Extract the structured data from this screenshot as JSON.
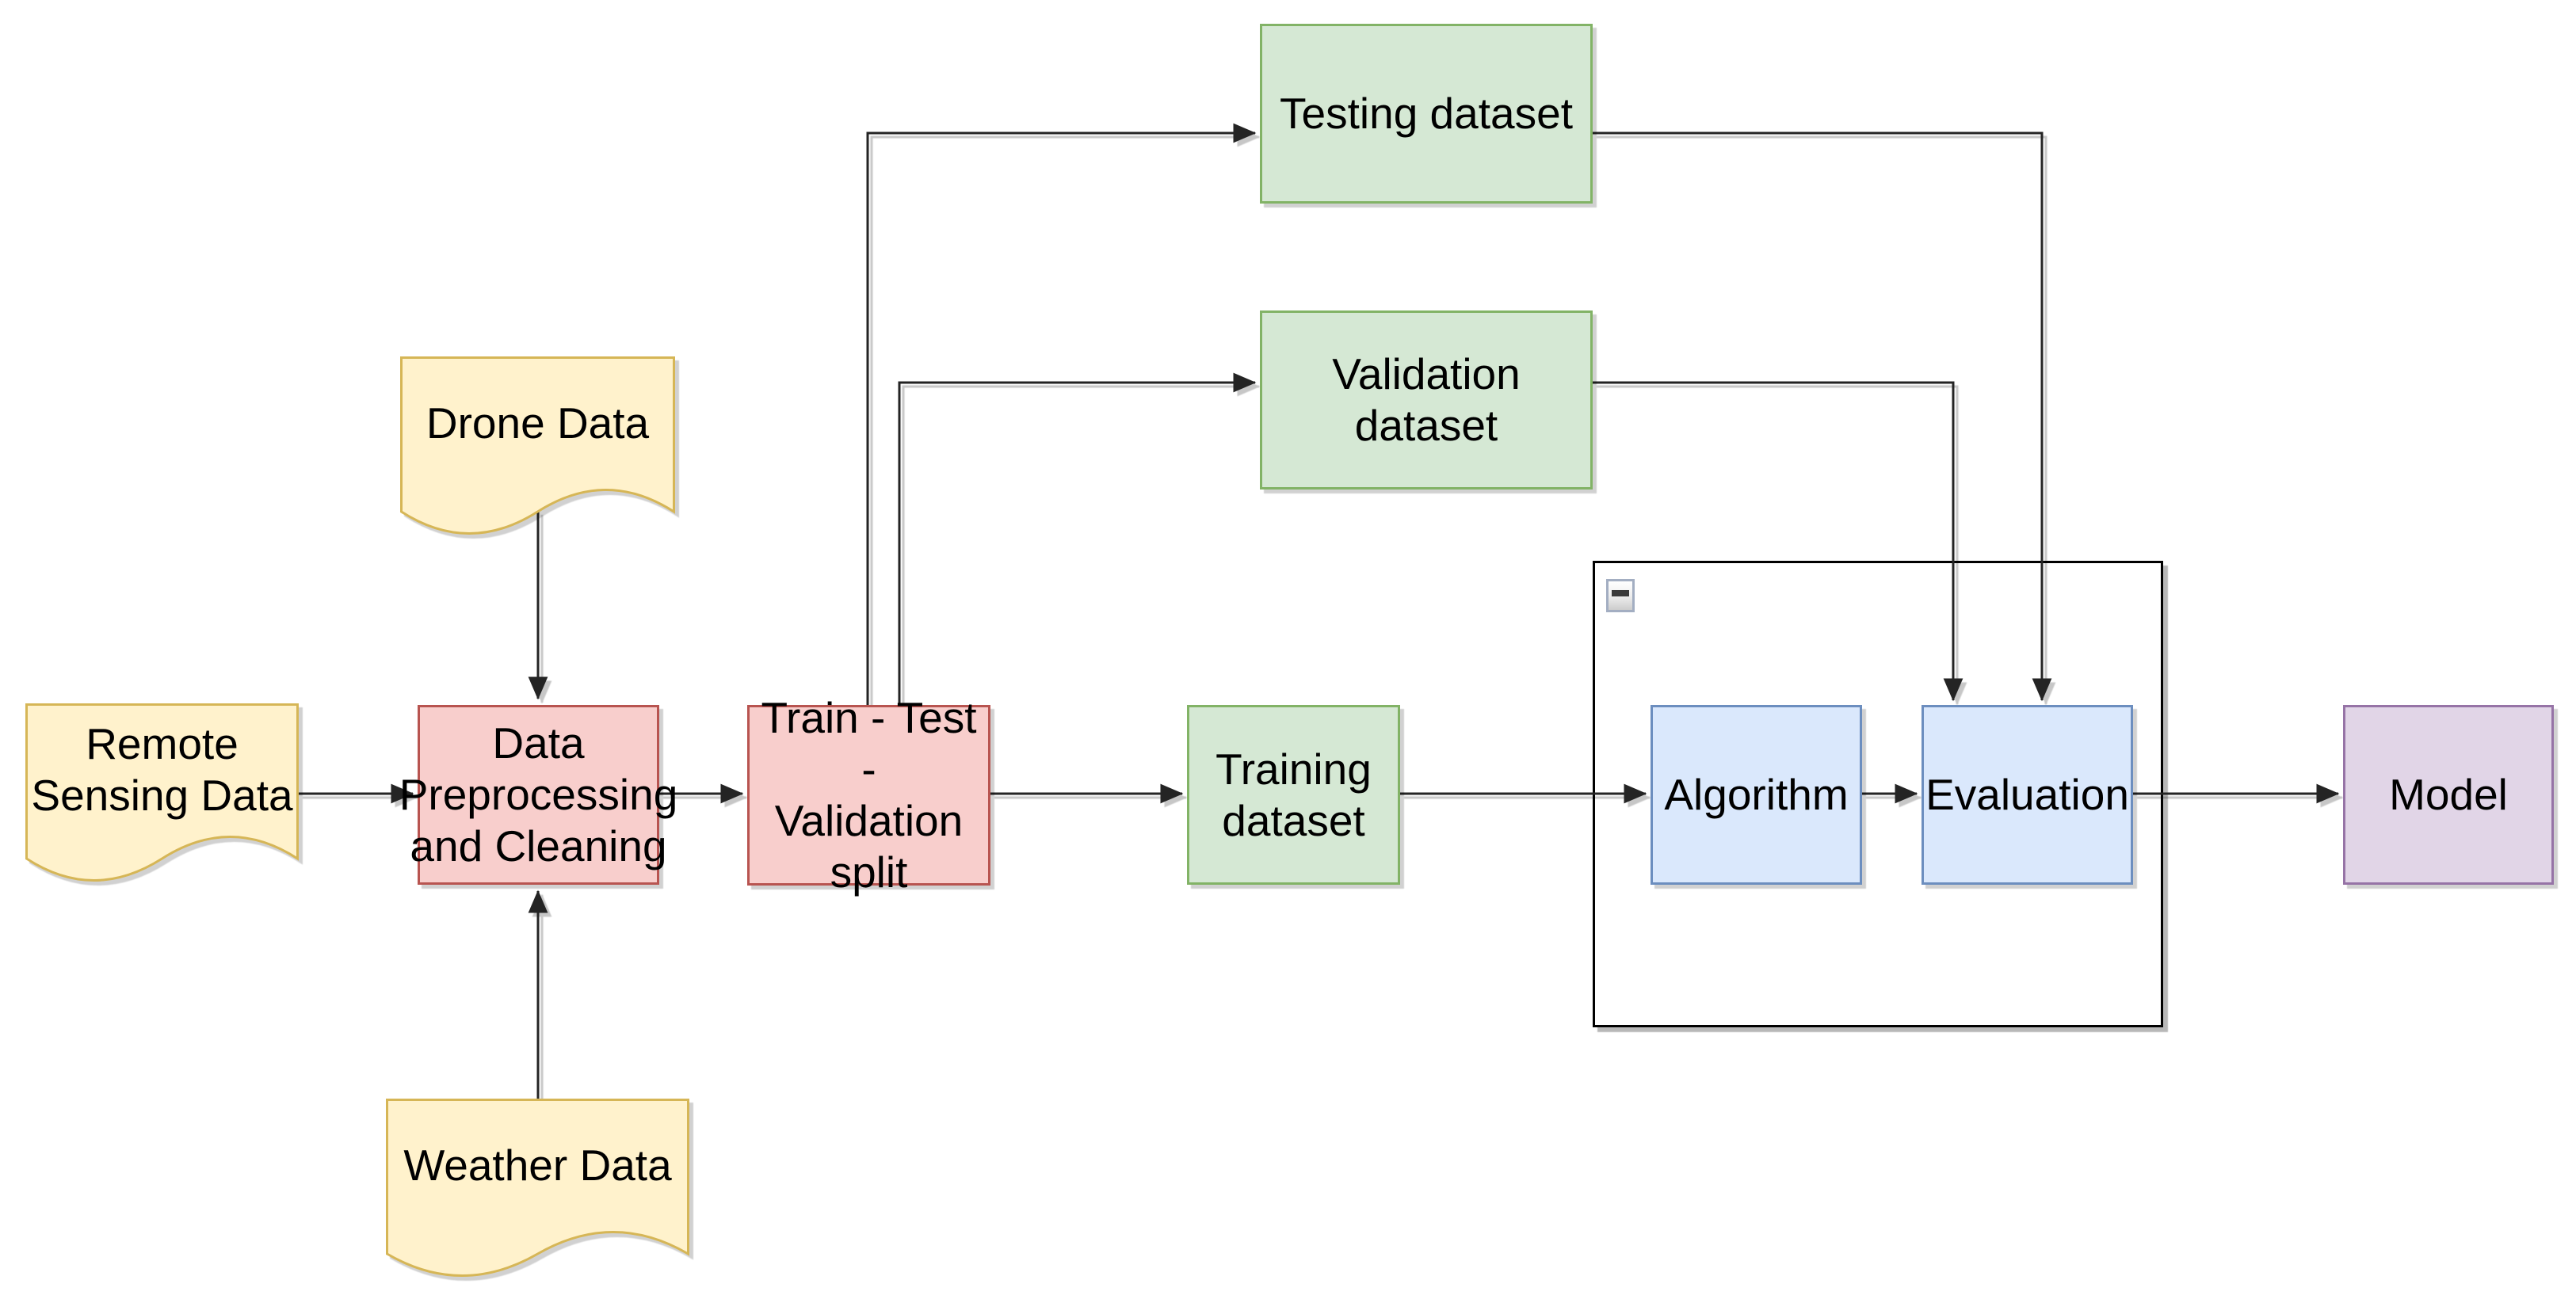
{
  "diagram_title": "ML pipeline flowchart",
  "colors": {
    "canvas_bg": "#ffffff",
    "edge": "#242424",
    "text": "#000000",
    "yellow_fill": "#FFF2CC",
    "yellow_stroke": "#D6B656",
    "red_fill": "#F8CECC",
    "red_stroke": "#B85450",
    "green_fill": "#D5E8D4",
    "green_stroke": "#82B366",
    "blue_fill": "#DAE8FC",
    "blue_stroke": "#6C8EBF",
    "purple_fill": "#E1D5E7",
    "purple_stroke": "#9673A6",
    "container_fill": "#FFFFFF",
    "container_stroke": "#000000"
  },
  "nodes": {
    "remote_sensing": {
      "label": "Remote\nSensing Data",
      "shape": "document",
      "palette": "yellow"
    },
    "drone_data": {
      "label": "Drone Data",
      "shape": "document",
      "palette": "yellow"
    },
    "weather_data": {
      "label": "Weather Data",
      "shape": "document",
      "palette": "yellow"
    },
    "preprocessing": {
      "label": "Data\nPreprocessing\nand Cleaning",
      "shape": "rectangle",
      "palette": "red"
    },
    "split": {
      "label": "Train - Test -\nValidation split",
      "shape": "rectangle",
      "palette": "red"
    },
    "training": {
      "label": "Training\ndataset",
      "shape": "rectangle",
      "palette": "green"
    },
    "testing": {
      "label": "Testing dataset",
      "shape": "rectangle",
      "palette": "green"
    },
    "validation": {
      "label": "Validation dataset",
      "shape": "rectangle",
      "palette": "green"
    },
    "algorithm": {
      "label": "Algorithm",
      "shape": "rectangle",
      "palette": "blue"
    },
    "evaluation": {
      "label": "Evaluation",
      "shape": "rectangle",
      "palette": "blue"
    },
    "model": {
      "label": "Model",
      "shape": "rectangle",
      "palette": "purple"
    }
  },
  "container": {
    "collapse_icon": "minus",
    "contains": [
      "Algorithm",
      "Evaluation"
    ]
  },
  "edges": [
    {
      "from": "Remote Sensing Data",
      "to": "Data Preprocessing and Cleaning"
    },
    {
      "from": "Drone Data",
      "to": "Data Preprocessing and Cleaning"
    },
    {
      "from": "Weather Data",
      "to": "Data Preprocessing and Cleaning"
    },
    {
      "from": "Data Preprocessing and Cleaning",
      "to": "Train - Test - Validation split"
    },
    {
      "from": "Train - Test - Validation split",
      "to": "Testing dataset"
    },
    {
      "from": "Train - Test - Validation split",
      "to": "Validation dataset"
    },
    {
      "from": "Train - Test - Validation split",
      "to": "Training dataset"
    },
    {
      "from": "Training dataset",
      "to": "Algorithm"
    },
    {
      "from": "Algorithm",
      "to": "Evaluation"
    },
    {
      "from": "Testing dataset",
      "to": "Evaluation"
    },
    {
      "from": "Validation dataset",
      "to": "Evaluation"
    },
    {
      "from": "Evaluation",
      "to": "Model"
    }
  ]
}
